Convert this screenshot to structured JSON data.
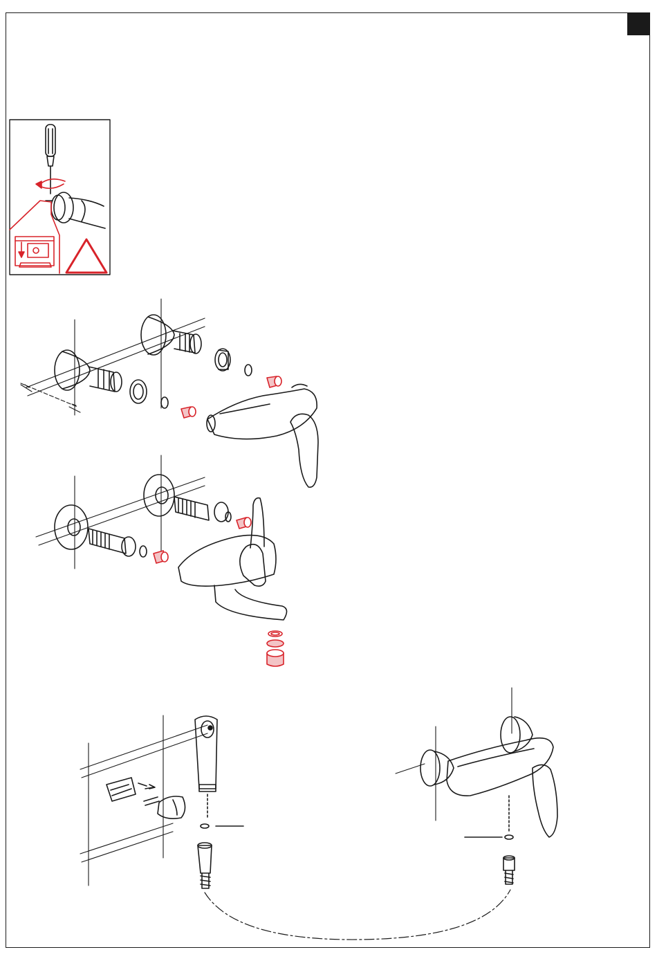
{
  "document": {
    "type": "installation-manual-page",
    "text_content": []
  },
  "colors": {
    "line": "#1a1a1a",
    "accent_red": "#d8232a",
    "red_fill": "#f3c4c6",
    "tab": "#1a1a1a",
    "background": "#ffffff"
  },
  "icons": {
    "warning": "warning-triangle-icon",
    "tool": "screwdriver-icon",
    "rotate": "rotation-arrow-icon",
    "flow": "down-arrow-icon"
  },
  "figures": [
    {
      "id": "shutoff-warning",
      "description_icon": "screwdriver-icon"
    },
    {
      "id": "shower-mixer-exploded"
    },
    {
      "id": "bath-mixer-exploded"
    },
    {
      "id": "hand-shower-set"
    },
    {
      "id": "shower-mixer-hose-connection"
    }
  ]
}
